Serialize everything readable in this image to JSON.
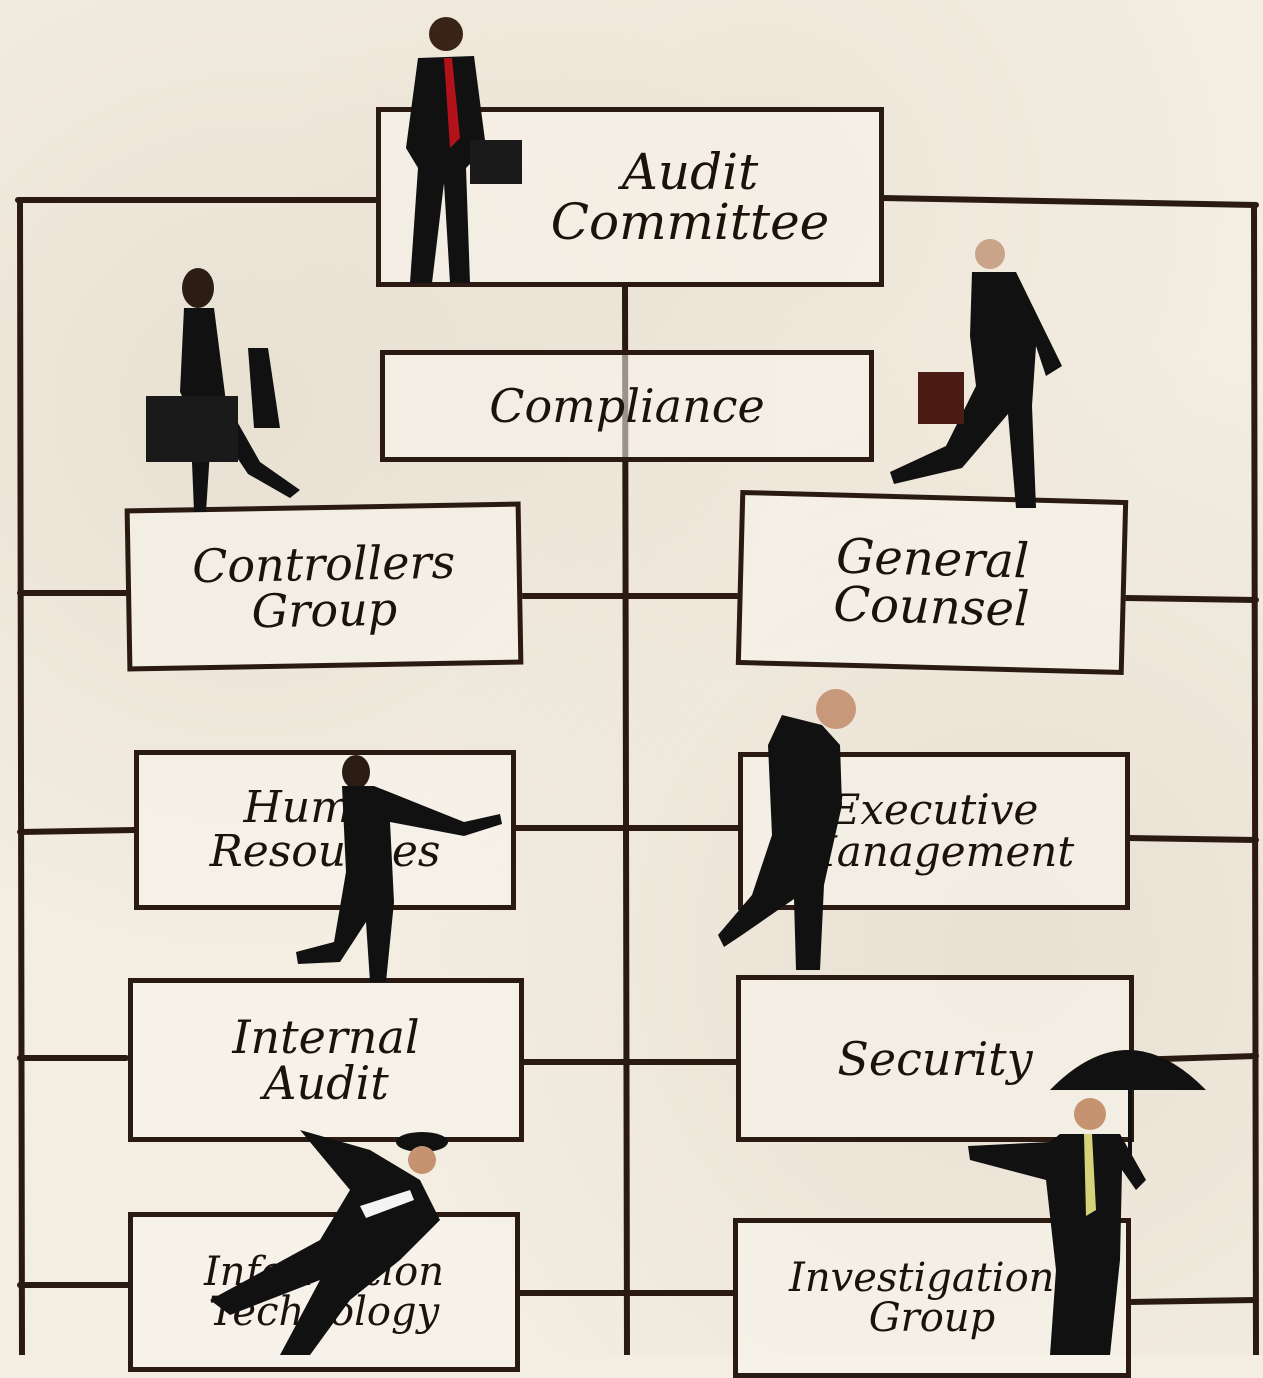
{
  "boxes": {
    "audit_committee": "Audit\nCommittee",
    "compliance": "Compliance",
    "controllers_group": "Controllers\nGroup",
    "general_counsel": "General\nCounsel",
    "human_resources": "Human\nResources",
    "executive_management": "Executive\nManagement",
    "internal_audit": "Internal\nAudit",
    "security": "Security",
    "information_technology": "Information\nTechnology",
    "investigations_group": "Investigations\nGroup"
  },
  "colors": {
    "ink": "#2a1a12",
    "paper": "#f3ede2",
    "suit": "#111111",
    "tie_red": "#b3121b",
    "tie_yellow": "#d6d27a"
  },
  "icons": [
    "businessman-figure",
    "businesswoman-figure",
    "umbrella-icon",
    "briefcase-icon"
  ]
}
